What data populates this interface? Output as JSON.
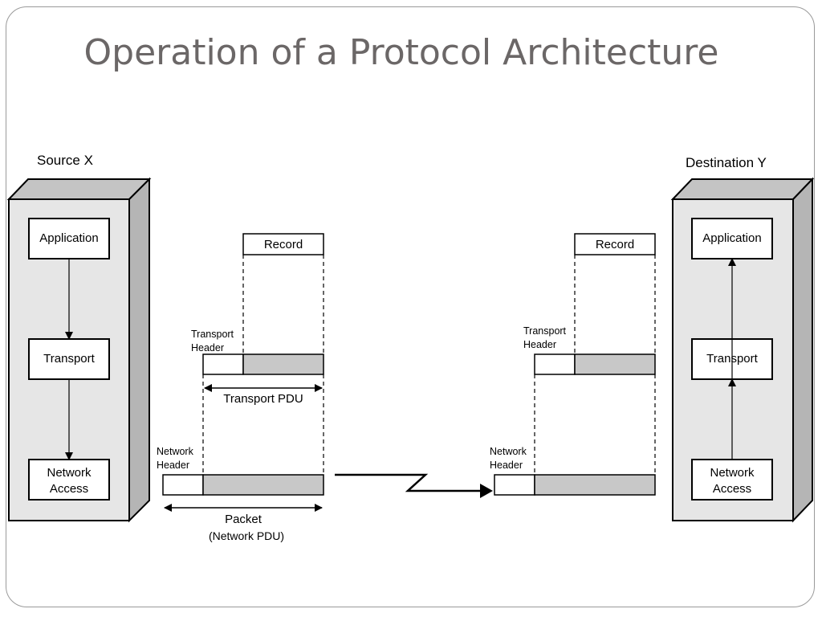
{
  "slide": {
    "title": "Operation of a Protocol Architecture"
  },
  "source": {
    "label": "Source X",
    "layers": [
      "Application",
      "Transport",
      "Network",
      "Access"
    ]
  },
  "destination": {
    "label": "Destination Y",
    "layers": [
      "Application",
      "Transport",
      "Network",
      "Access"
    ]
  },
  "pdus": {
    "record": "Record",
    "transport_header": [
      "Transport",
      "Header"
    ],
    "transport_pdu": "Transport PDU",
    "network_header": [
      "Network",
      "Header"
    ],
    "packet": "Packet",
    "network_pdu": "(Network PDU)"
  },
  "colors": {
    "box_fill": "#e6e6e6",
    "box_side": "#b8b8b8",
    "pdu_fill": "#c8c8c8",
    "title": "#6b6767"
  }
}
